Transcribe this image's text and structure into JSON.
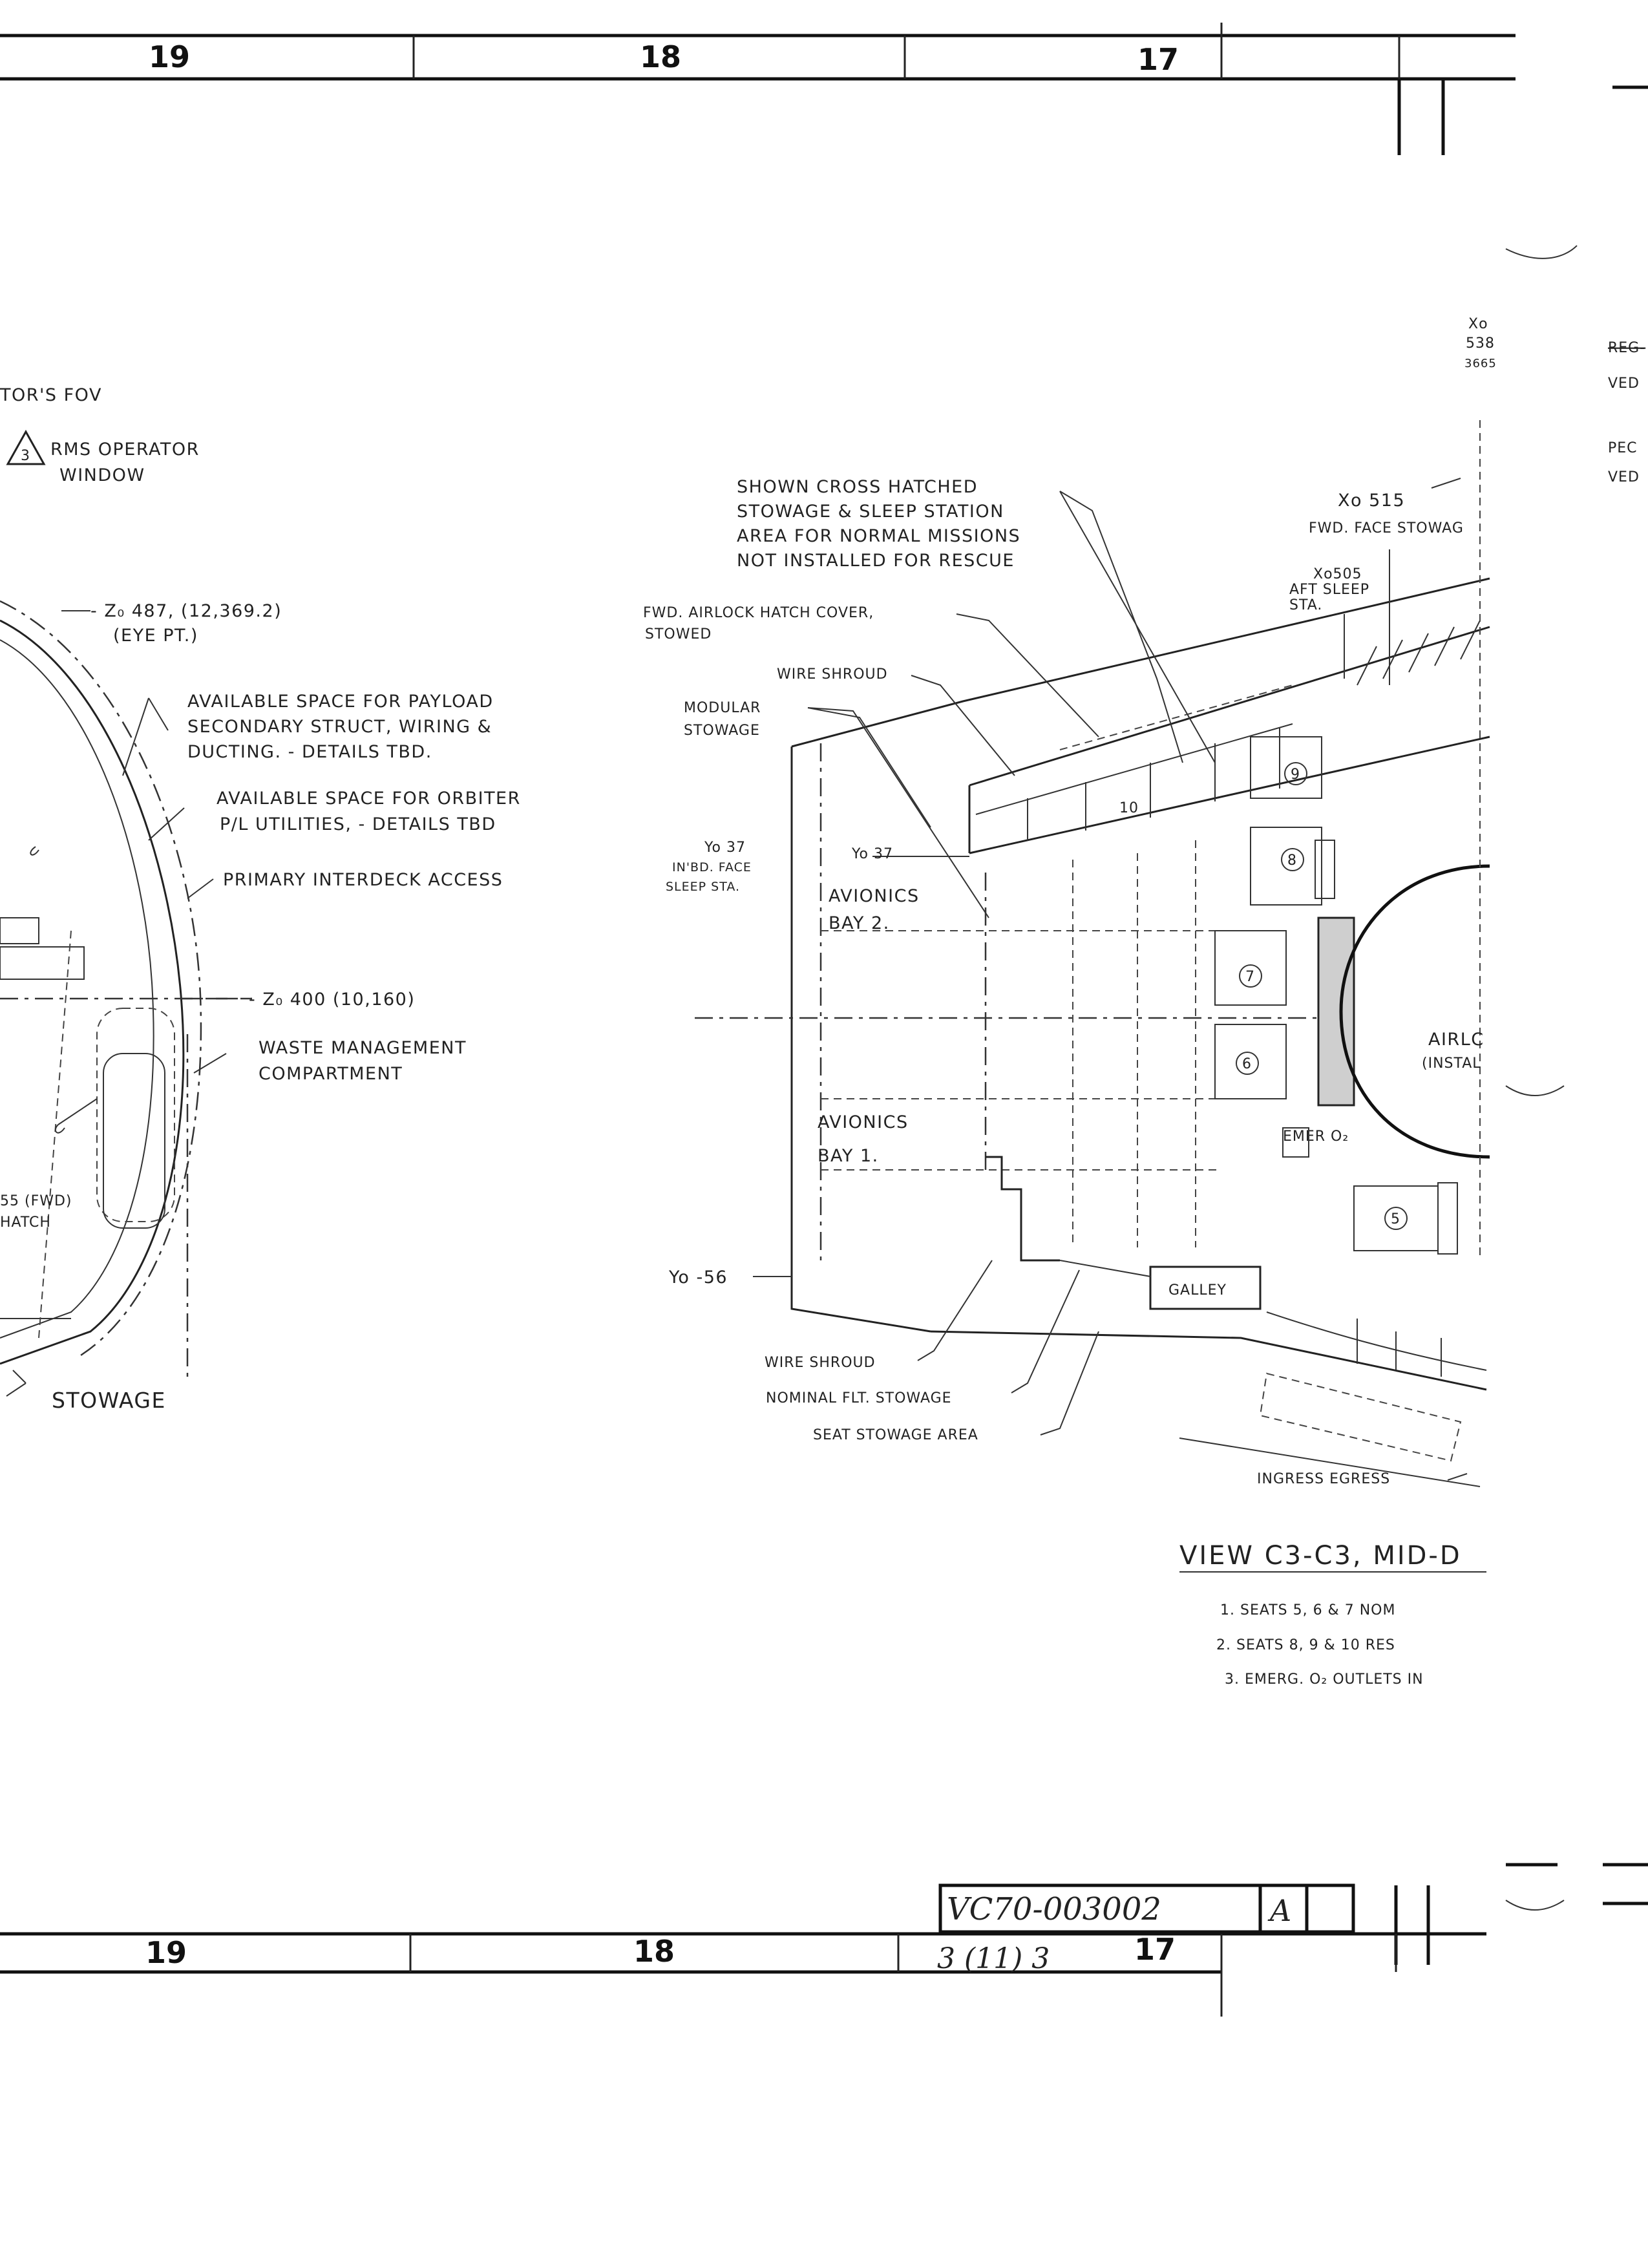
{
  "title_block": {
    "zones_top": [
      "19",
      "18",
      "17"
    ],
    "zones_bottom": [
      "19",
      "18",
      "17"
    ],
    "drawing_number": "VC70-003002",
    "revision": "A",
    "sheet": "3 (11) 3"
  },
  "left_view": {
    "labels": {
      "fov": "TOR'S FOV",
      "rms_note_num": "3",
      "rms_window_1": "RMS OPERATOR",
      "rms_window_2": "WINDOW",
      "z487_1": "- Z₀ 487, (12,369.2)",
      "z487_2": "(EYE PT.)",
      "avail_payload_1": "AVAILABLE SPACE FOR PAYLOAD",
      "avail_payload_2": "SECONDARY STRUCT, WIRING &",
      "avail_payload_3": "DUCTING. - DETAILS TBD.",
      "avail_orbiter_1": "AVAILABLE SPACE FOR ORBITER",
      "avail_orbiter_2": "P/L UTILITIES, - DETAILS TBD",
      "primary_access": "PRIMARY INTERDECK ACCESS",
      "z400": "- Z₀ 400 (10,160)",
      "waste_1": "WASTE MANAGEMENT",
      "waste_2": "COMPARTMENT",
      "hatch_1": "55 (FWD)",
      "hatch_2": "HATCH",
      "stowage": "STOWAGE"
    }
  },
  "mid_view": {
    "labels": {
      "xo538_1": "Xo",
      "xo538_2": "538",
      "xo538_3": "3665",
      "cross_hatch_1": "SHOWN CROSS HATCHED",
      "cross_hatch_2": "STOWAGE & SLEEP STATION",
      "cross_hatch_3": "AREA FOR NORMAL MISSIONS",
      "cross_hatch_4": "NOT INSTALLED FOR RESCUE",
      "xo515_1": "Xo 515",
      "xo515_2": "FWD. FACE STOWAG",
      "xo505_1": "Xo505",
      "xo505_2": "AFT SLEEP",
      "xo505_3": "STA.",
      "airlock_cover_1": "FWD. AIRLOCK HATCH COVER,",
      "airlock_cover_2": "STOWED",
      "wire_shroud_top": "WIRE SHROUD",
      "modular_1": "MODULAR",
      "modular_2": "STOWAGE",
      "yo37_1": "Yo 37",
      "yo37_2": "IN'BD. FACE",
      "yo37_3": "SLEEP STA.",
      "yo37_tag": "Yo 37",
      "avionics2_1": "AVIONICS",
      "avionics2_2": "BAY 2.",
      "avionics1_1": "AVIONICS",
      "avionics1_2": "BAY 1.",
      "airlock_1": "AIRLC",
      "airlock_2": "(INSTAL",
      "emer_o2": "EMER O₂",
      "yo56": "Yo -56",
      "galley": "GALLEY",
      "wire_shroud_bot": "WIRE SHROUD",
      "nominal_stowage": "NOMINAL FLT. STOWAGE",
      "seat_stowage": "SEAT STOWAGE AREA",
      "ingress": "INGRESS  EGRESS",
      "view_title": "VIEW C3-C3, MID-D",
      "note1": "1. SEATS 5, 6 & 7 NOM",
      "note2": "2. SEATS 8, 9 & 10 RES",
      "note3": "3. EMERG. O₂ OUTLETS IN",
      "seat_nums": [
        "9",
        "8",
        "7",
        "6",
        "5",
        "10"
      ]
    }
  },
  "right_edge": {
    "frag1": "REG-",
    "frag2": "VED",
    "frag3": "PEC",
    "frag4": "VED"
  }
}
